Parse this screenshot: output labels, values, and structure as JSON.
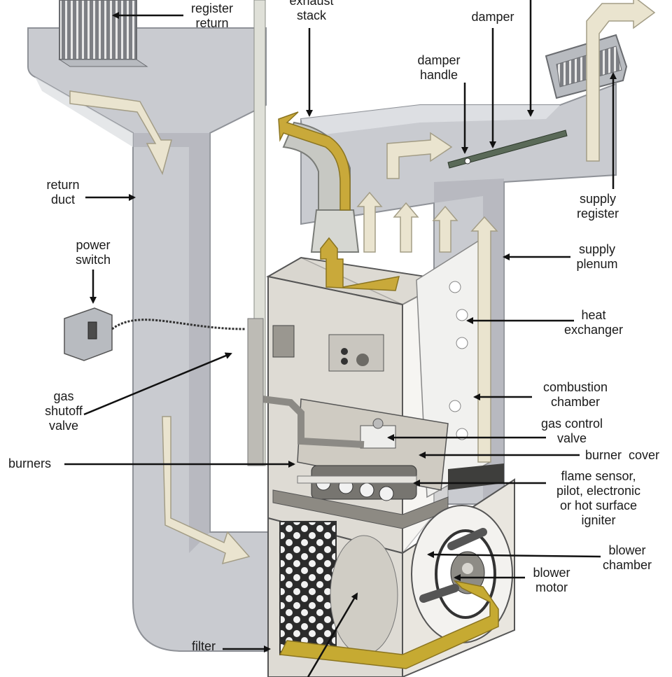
{
  "labels": {
    "register_return": "register\nreturn",
    "exhaust_stack": "exhaust\nstack",
    "damper": "damper",
    "damper_handle": "damper\nhandle",
    "supply_register": "supply\nregister",
    "return_duct": "return\nduct",
    "power_switch": "power\nswitch",
    "supply_plenum": "supply\nplenum",
    "heat_exchanger": "heat\nexchanger",
    "gas_shutoff_valve": "gas\nshutoff\nvalve",
    "combustion_chamber": "combustion\nchamber",
    "gas_control_valve": "gas control\nvalve",
    "burners": "burners",
    "burner_cover": "burner  cover",
    "flame_sensor": "flame sensor,\npilot, electronic\nor hot surface\nigniter",
    "blower_chamber": "blower\nchamber",
    "blower_motor": "blower\nmotor",
    "filter": "filter"
  },
  "colors": {
    "duct": "#c9cbd0",
    "duct_dark": "#a9acb2",
    "duct_light": "#dfe1e4",
    "cabinet": "#dedbd4",
    "airflow_arrow": "#eae4cf",
    "exhaust_arrow": "#b89a2a",
    "intake_arrow": "#c6aa32",
    "line": "#3a3a3a"
  },
  "icons": [
    "arrow-icon",
    "toggle-switch-icon",
    "grille-icon"
  ]
}
